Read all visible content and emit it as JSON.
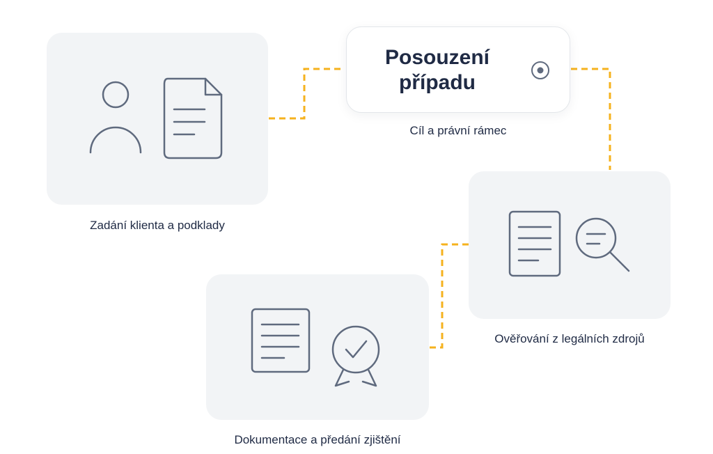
{
  "colors": {
    "connector": "#f5b21e",
    "card_background": "#f2f4f6",
    "icon_stroke": "#5f6a7e",
    "text": "#1f2a44"
  },
  "main": {
    "title_line1": "Posouzení",
    "title_line2": "případu",
    "caption": "Cíl a právní rámec",
    "icon": "target-icon"
  },
  "steps": [
    {
      "label": "Zadání klienta a podklady",
      "icons": [
        "person-icon",
        "document-icon"
      ]
    },
    {
      "label": "Ověřování z legálních zdrojů",
      "icons": [
        "document-icon",
        "magnifier-icon"
      ]
    },
    {
      "label": "Dokumentace a předání zjištění",
      "icons": [
        "document-icon",
        "certificate-icon"
      ]
    }
  ]
}
